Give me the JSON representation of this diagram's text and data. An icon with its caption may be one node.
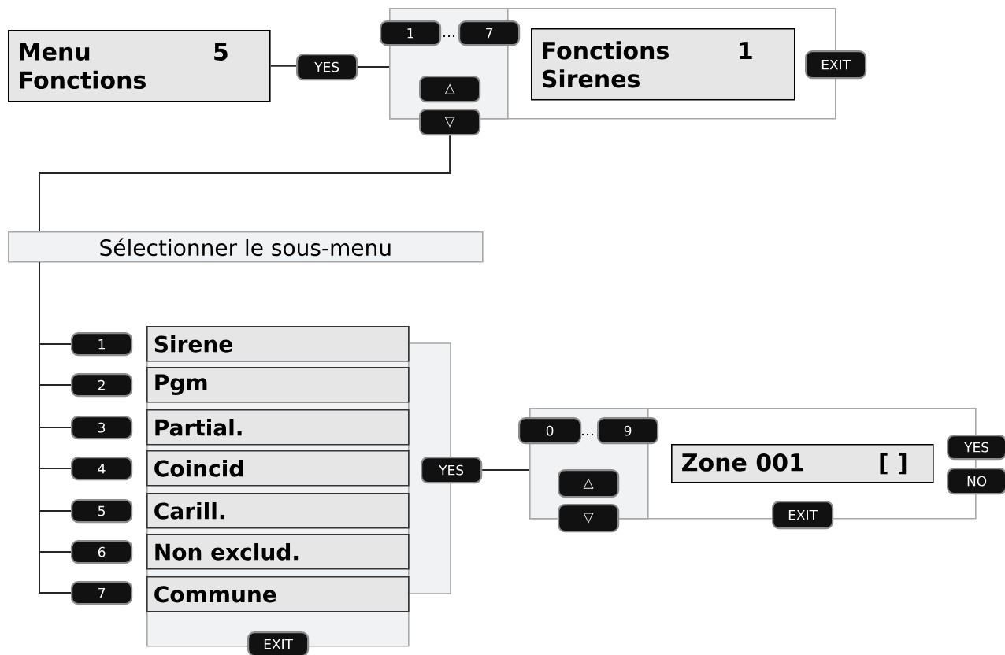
{
  "diagram": {
    "nodes": [
      {
        "text": [
          "Menu",
          "5",
          "Fonctions"
        ]
      },
      {
        "text": [
          "YES"
        ]
      },
      {
        "text": [],
        "shape": "box"
      },
      {
        "text": [],
        "shape": "box",
        "in": 2
      },
      {
        "text": [
          "1"
        ]
      },
      {
        "text": [
          "7"
        ],
        "in": 2
      },
      {
        "text": [
          "△"
        ],
        "in": 3
      },
      {
        "text": [
          "▽"
        ]
      },
      {
        "text": [
          "Fonctions",
          "1",
          "Sirenes"
        ],
        "in": 2
      },
      {
        "text": [
          "EXIT"
        ]
      },
      {
        "text": [
          "Sélectionner le sous-menu"
        ]
      },
      {
        "text": [
          "1"
        ]
      },
      {
        "text": [
          "2"
        ]
      },
      {
        "text": [
          "3"
        ]
      },
      {
        "text": [
          "4"
        ]
      },
      {
        "text": [
          "5"
        ]
      },
      {
        "text": [
          "6"
        ]
      },
      {
        "text": [
          "7"
        ]
      },
      {
        "text": [],
        "shape": "box"
      },
      {
        "text": [
          "Sirene"
        ],
        "in": 18
      },
      {
        "text": [
          "Pgm"
        ],
        "in": 18
      },
      {
        "text": [
          "Partial."
        ],
        "in": 18
      },
      {
        "text": [
          "Coincid"
        ],
        "in": 18
      },
      {
        "text": [
          "Carill."
        ],
        "in": 18
      },
      {
        "text": [
          "Non exclud."
        ],
        "in": 18
      },
      {
        "text": [
          "Commune"
        ],
        "in": 18
      },
      {
        "text": [
          "EXIT"
        ]
      },
      {
        "text": [
          "YES"
        ]
      },
      {
        "text": [],
        "shape": "box"
      },
      {
        "text": [],
        "shape": "box",
        "in": 28
      },
      {
        "text": [
          "0"
        ]
      },
      {
        "text": [
          "9"
        ],
        "in": 28
      },
      {
        "text": [
          "△"
        ],
        "in": 29
      },
      {
        "text": [
          "▽"
        ]
      },
      {
        "text": [
          "Zone 001",
          "[ ]"
        ],
        "in": 28
      },
      {
        "text": [
          "YES"
        ]
      },
      {
        "text": [
          "NO"
        ]
      },
      {
        "text": [
          "EXIT"
        ]
      }
    ],
    "edges": [
      {
        "from": 0,
        "to": 1,
        "arrow": "none"
      },
      {
        "from": 1,
        "to": 2,
        "arrow": "none"
      },
      {
        "from": 7,
        "to": 10,
        "arrow": "none"
      },
      {
        "from": 10,
        "to": 11,
        "arrow": "none"
      },
      {
        "from": 10,
        "to": 12,
        "arrow": "none"
      },
      {
        "from": 10,
        "to": 13,
        "arrow": "none"
      },
      {
        "from": 10,
        "to": 14,
        "arrow": "none"
      },
      {
        "from": 10,
        "to": 15,
        "arrow": "none"
      },
      {
        "from": 10,
        "to": 16,
        "arrow": "none"
      },
      {
        "from": 10,
        "to": 17,
        "arrow": "none"
      },
      {
        "from": 27,
        "to": 28,
        "arrow": "none"
      }
    ],
    "labels": [
      "…",
      "…"
    ]
  }
}
